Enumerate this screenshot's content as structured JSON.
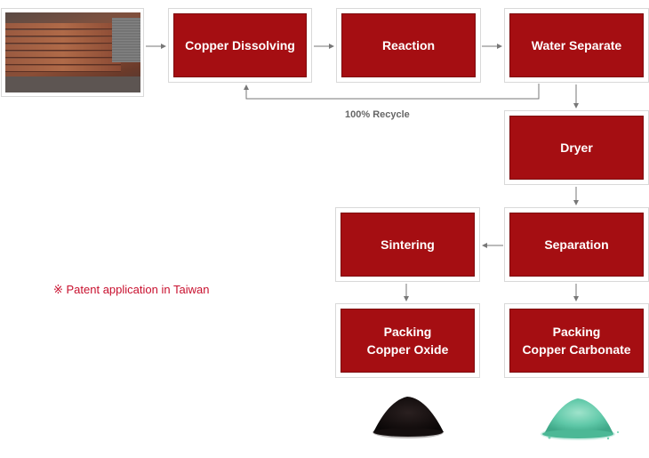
{
  "boxes": {
    "copper_dissolving": "Copper Dissolving",
    "reaction": "Reaction",
    "water_separate": "Water Separate",
    "dryer": "Dryer",
    "separation": "Separation",
    "sintering": "Sintering",
    "packing_oxide_line1": "Packing",
    "packing_oxide_line2": "Copper Oxide",
    "packing_carbonate_line1": "Packing",
    "packing_carbonate_line2": "Copper Carbonate"
  },
  "recycle_label": "100% Recycle",
  "patent_note": "※ Patent application in Taiwan",
  "images": {
    "copper_sheets": "copper-sheets-photo",
    "copper_oxide": "black-powder-pile",
    "copper_carbonate": "green-powder-pile"
  },
  "colors": {
    "box_fill": "#a50e12",
    "box_text": "#ffffff",
    "arrow": "#777777",
    "patent_text": "#c8102e",
    "oxide_powder": "#1a1313",
    "carbonate_powder": "#5fc8a8"
  }
}
